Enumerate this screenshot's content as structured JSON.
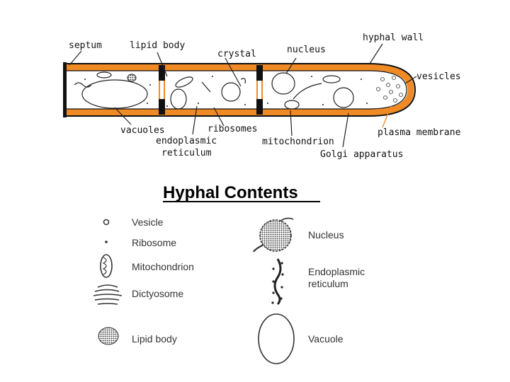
{
  "title": "Hyphal Contents",
  "colors": {
    "wall": "#f08a24",
    "ink": "#111111",
    "background": "#ffffff"
  },
  "diagram_labels": {
    "septum": "septum",
    "lipid_body": "lipid body",
    "crystal": "crystal",
    "nucleus": "nucleus",
    "hyphal_wall": "hyphal wall",
    "vesicles": "vesicles",
    "vacuoles": "vacuoles",
    "ribosomes": "ribosomes",
    "er_line1": "endoplasmic",
    "er_line2": "reticulum",
    "mitochondrion": "mitochondrion",
    "plasma_membrane": "plasma membrane",
    "golgi": "Golgi apparatus"
  },
  "legend": {
    "vesicle": "Vesicle",
    "ribosome": "Ribosome",
    "mitochondrion": "Mitochondrion",
    "dictyosome": "Dictyosome",
    "lipid_body": "Lipid body",
    "nucleus": "Nucleus",
    "er_line1": "Endoplasmic",
    "er_line2": "reticulum",
    "vacuole": "Vacuole"
  }
}
